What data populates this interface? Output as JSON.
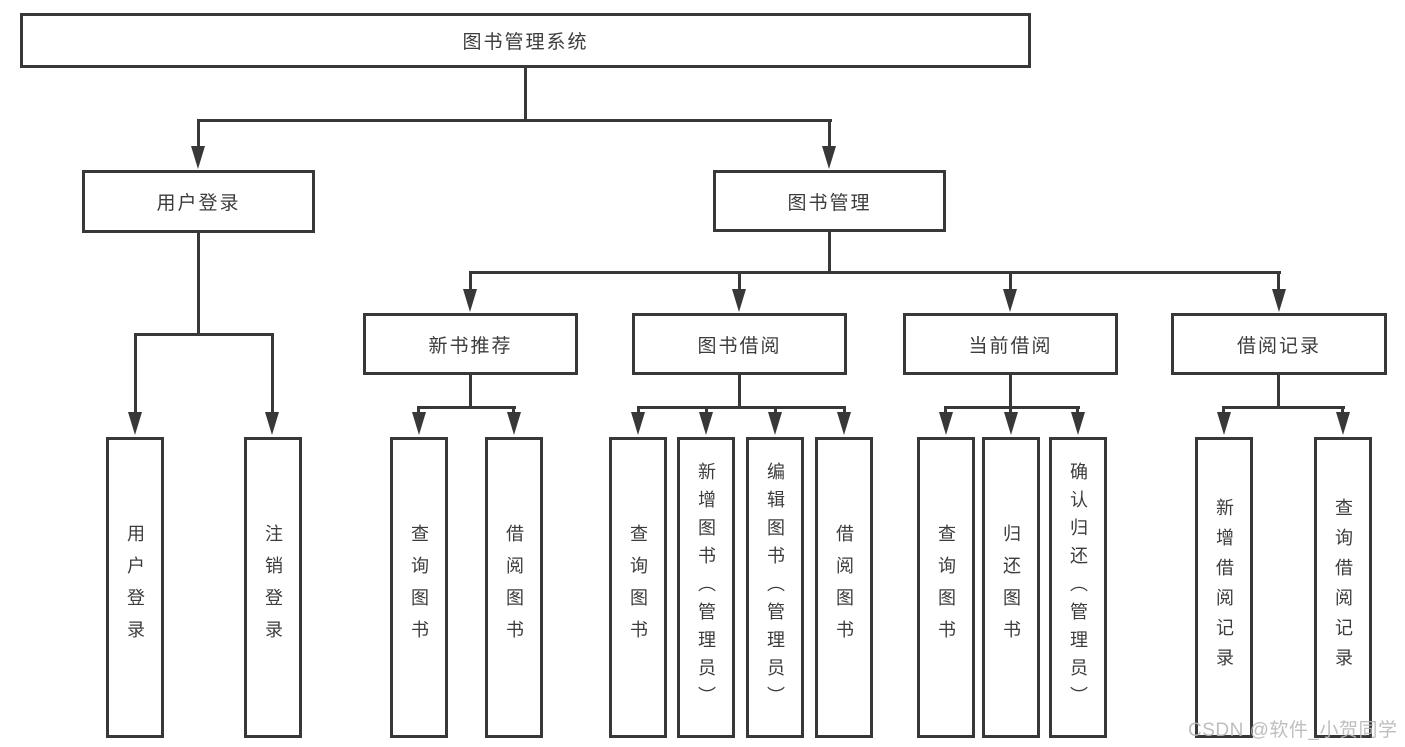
{
  "tree": {
    "root": {
      "label": "图书管理系统"
    },
    "level2": [
      {
        "label": "用户登录"
      },
      {
        "label": "图书管理"
      }
    ],
    "level3": [
      {
        "label": "新书推荐"
      },
      {
        "label": "图书借阅"
      },
      {
        "label": "当前借阅"
      },
      {
        "label": "借阅记录"
      }
    ],
    "groups": {
      "user_login": [
        "用户登录",
        "注销登录"
      ],
      "new_book_recommend": [
        "查询图书",
        "借阅图书"
      ],
      "book_borrow": [
        "查询图书",
        "新增图书（管理员）",
        "编辑图书（管理员）",
        "借阅图书"
      ],
      "current_borrow": [
        "查询图书",
        "归还图书",
        "确认归还（管理员）"
      ],
      "borrow_records": [
        "新增借阅记录",
        "查询借阅记录"
      ]
    }
  },
  "watermark": {
    "text": "CSDN @软件_小贺同学"
  },
  "colors": {
    "line": "#383838",
    "text": "#3c3c3c",
    "watermark": "#b8b8b8",
    "background": "#ffffff"
  }
}
